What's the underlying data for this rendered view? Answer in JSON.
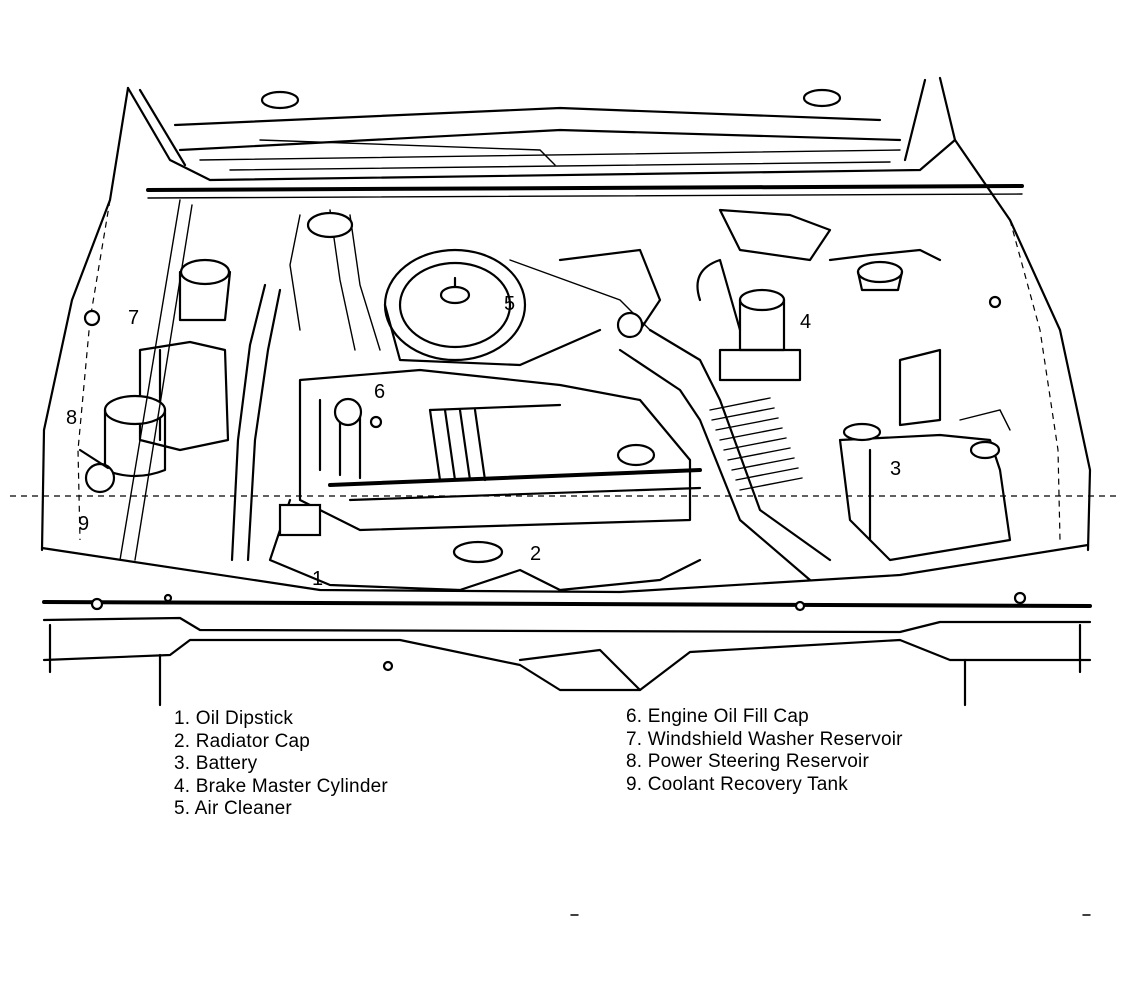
{
  "callouts": [
    {
      "id": "1",
      "text": "1"
    },
    {
      "id": "2",
      "text": "2"
    },
    {
      "id": "3",
      "text": "3"
    },
    {
      "id": "4",
      "text": "4"
    },
    {
      "id": "5",
      "text": "5"
    },
    {
      "id": "6",
      "text": "6"
    },
    {
      "id": "7",
      "text": "7"
    },
    {
      "id": "8",
      "text": "8"
    },
    {
      "id": "9",
      "text": "9"
    }
  ],
  "legend": {
    "left": [
      "1. Oil Dipstick",
      "2. Radiator Cap",
      "3. Battery",
      "4. Brake Master Cylinder",
      "5. Air Cleaner"
    ],
    "right": [
      "6. Engine Oil Fill Cap",
      "7. Windshield Washer Reservoir",
      "8. Power Steering Reservoir",
      "9. Coolant Recovery Tank"
    ]
  }
}
